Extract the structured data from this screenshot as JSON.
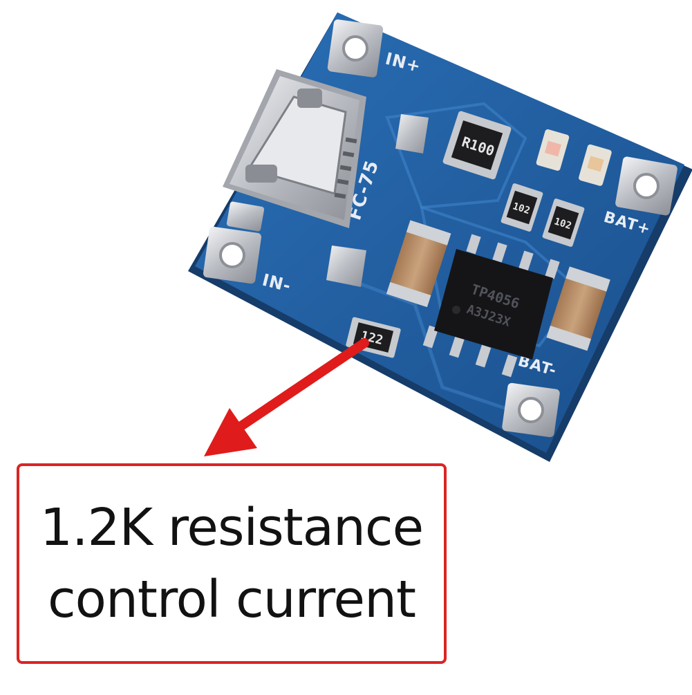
{
  "board": {
    "pads": {
      "in_plus": "IN+",
      "in_minus": "IN-",
      "bat_plus": "BAT+",
      "bat_minus": "BAT-"
    },
    "silkscreen": "FC-75",
    "chip_marking_1": "TP4056",
    "chip_marking_2": "A3J23X",
    "resistor_sense": "R100",
    "resistor_led_1": "102",
    "resistor_led_2": "102",
    "resistor_prog": "122"
  },
  "callout": {
    "line1": "1.2K resistance",
    "line2": "control current"
  },
  "colors": {
    "pcb": "#1f5c9e",
    "pcb_dark": "#173f72",
    "pad_silver": "#d9dce0",
    "arrow_red": "#e01b1b",
    "callout_border": "#dc2424"
  }
}
